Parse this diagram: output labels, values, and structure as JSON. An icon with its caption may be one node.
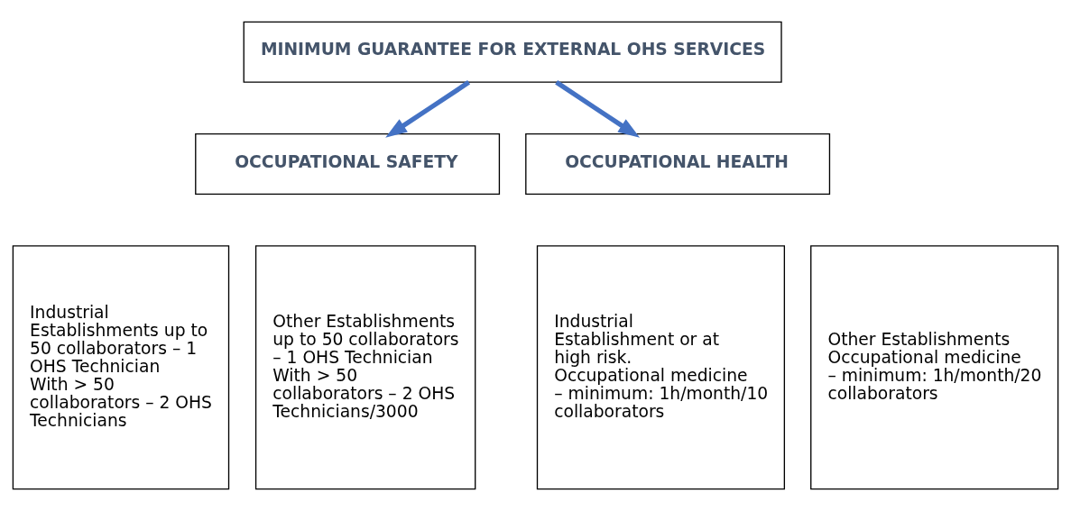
{
  "diagram": {
    "nodes": [
      {
        "text": [
          "MINIMUM GUARANTEE FOR EXTERNAL OHS SERVICES"
        ]
      },
      {
        "text": [
          "OCCUPATIONAL SAFETY"
        ]
      },
      {
        "text": [
          "OCCUPATIONAL HEALTH"
        ]
      },
      {
        "text": [
          "Industrial Establishments up to 50 collaborators – 1 OHS Technician",
          "With > 50 collaborators – 2 OHS Technicians"
        ]
      },
      {
        "text": [
          "Other Establishments up to 50 collaborators – 1 OHS Technician",
          "With > 50 collaborators – 2 OHS Technicians/3000"
        ]
      },
      {
        "text": [
          "Industrial Establishment or at high risk.",
          "Occupational medicine – minimum: 1h/month/10 collaborators"
        ]
      },
      {
        "text": [
          "Other Establishments",
          "Occupational medicine – minimum: 1h/month/20 collaborators"
        ]
      }
    ],
    "edges": [
      {
        "from": 0,
        "to": 1,
        "arrow": "to"
      },
      {
        "from": 0,
        "to": 2,
        "arrow": "to"
      }
    ]
  }
}
